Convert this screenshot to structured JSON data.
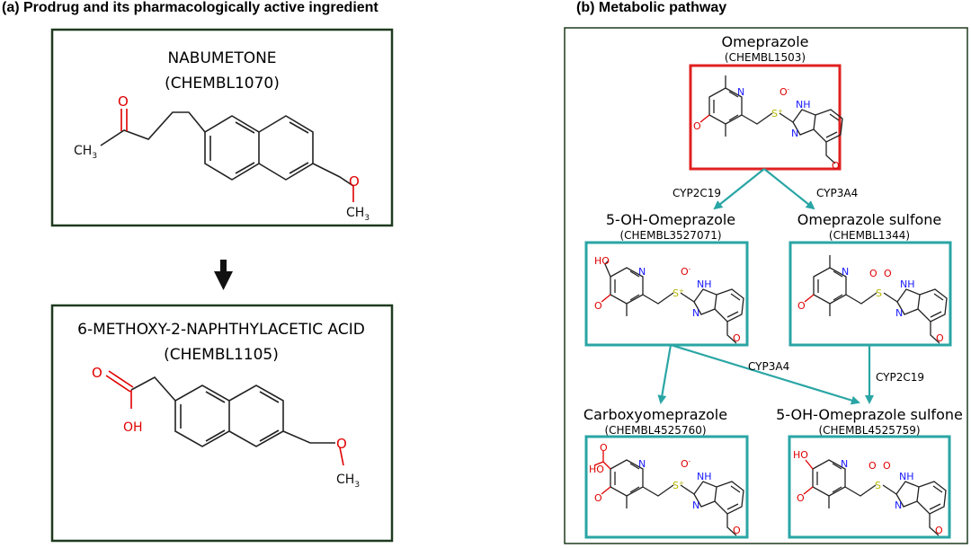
{
  "panel_a": {
    "title": "(a) Prodrug and its pharmacologically active ingredient",
    "prodrug": {
      "name": "NABUMETONE",
      "id": "(CHEMBL1070)"
    },
    "active": {
      "name": "6-METHOXY-2-NAPHTHYLACETIC ACID",
      "id": "(CHEMBL1105)"
    }
  },
  "panel_b": {
    "title": "(b) Metabolic pathway",
    "compounds": {
      "parent": {
        "name": "Omeprazole",
        "id": "(CHEMBL1503)"
      },
      "oh": {
        "name": "5-OH-Omeprazole",
        "id": "(CHEMBL3527071)"
      },
      "sulfone": {
        "name": "Omeprazole sulfone",
        "id": "(CHEMBL1344)"
      },
      "carboxy": {
        "name": "Carboxyomeprazole",
        "id": "(CHEMBL4525760)"
      },
      "oh_sulfone": {
        "name": "5-OH-Omeprazole sulfone",
        "id": "(CHEMBL4525759)"
      }
    },
    "enzymes": {
      "to_oh": "CYP2C19",
      "to_sulfone": "CYP3A4",
      "oh_to_oh_sulfone": "CYP3A4",
      "sulfone_to_oh_sulfone": "CYP2C19"
    }
  },
  "atoms": {
    "oxygen": "O",
    "methyl": "CH",
    "methyl_sub": "3",
    "hydroxyl": "OH",
    "ho": "HO",
    "nitrogen": "N",
    "nh": "H",
    "sulfur": "S",
    "sulfoxide_o": "O",
    "sulfoxide_sup": "-",
    "sulfonium_sup": "+"
  },
  "colors": {
    "panel_a_border": "#1f3a1f",
    "panel_b_border": "#1f3a1f",
    "parent_box": "#e02020",
    "metabolite_box": "#2aa5a5",
    "arrow": "#2aa5a5",
    "oxygen": "#e00000",
    "nitrogen": "#1a1aff",
    "sulfur": "#b5b500"
  }
}
